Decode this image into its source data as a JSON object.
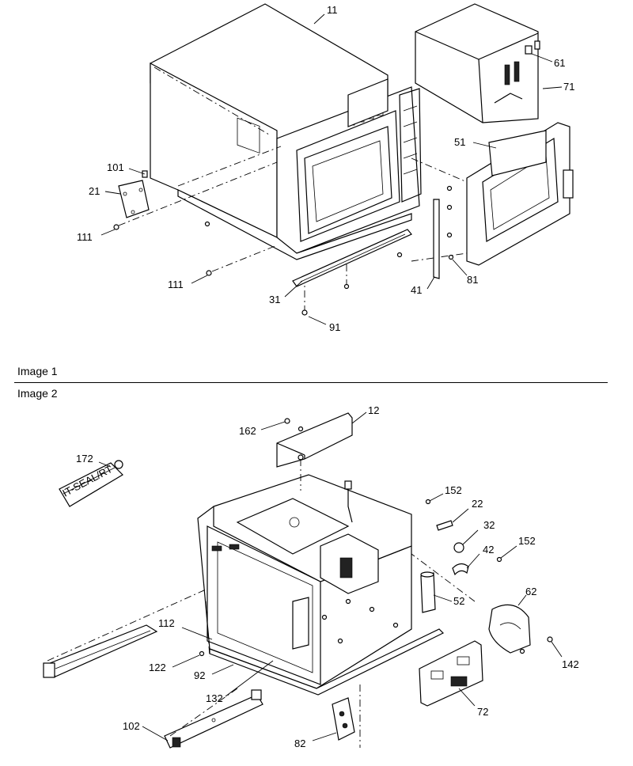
{
  "captions": {
    "image1": "Image 1",
    "image2": "Image 2"
  },
  "image1_callouts": {
    "c11": "11",
    "c61": "61",
    "c71": "71",
    "c51": "51",
    "c101": "101",
    "c21": "21",
    "c111a": "111",
    "c111b": "111",
    "c31": "31",
    "c91": "91",
    "c41": "41",
    "c81": "81"
  },
  "image2_callouts": {
    "c12": "12",
    "c162": "162",
    "c172": "172",
    "c152a": "152",
    "c22": "22",
    "c32": "32",
    "c152b": "152",
    "c42": "42",
    "c52": "52",
    "c62": "62",
    "c142": "142",
    "c112": "112",
    "c122": "122",
    "c92": "92",
    "c132": "132",
    "c72": "72",
    "c102": "102",
    "c82": "82"
  },
  "tube_label": "IT-SEAL/RT"
}
